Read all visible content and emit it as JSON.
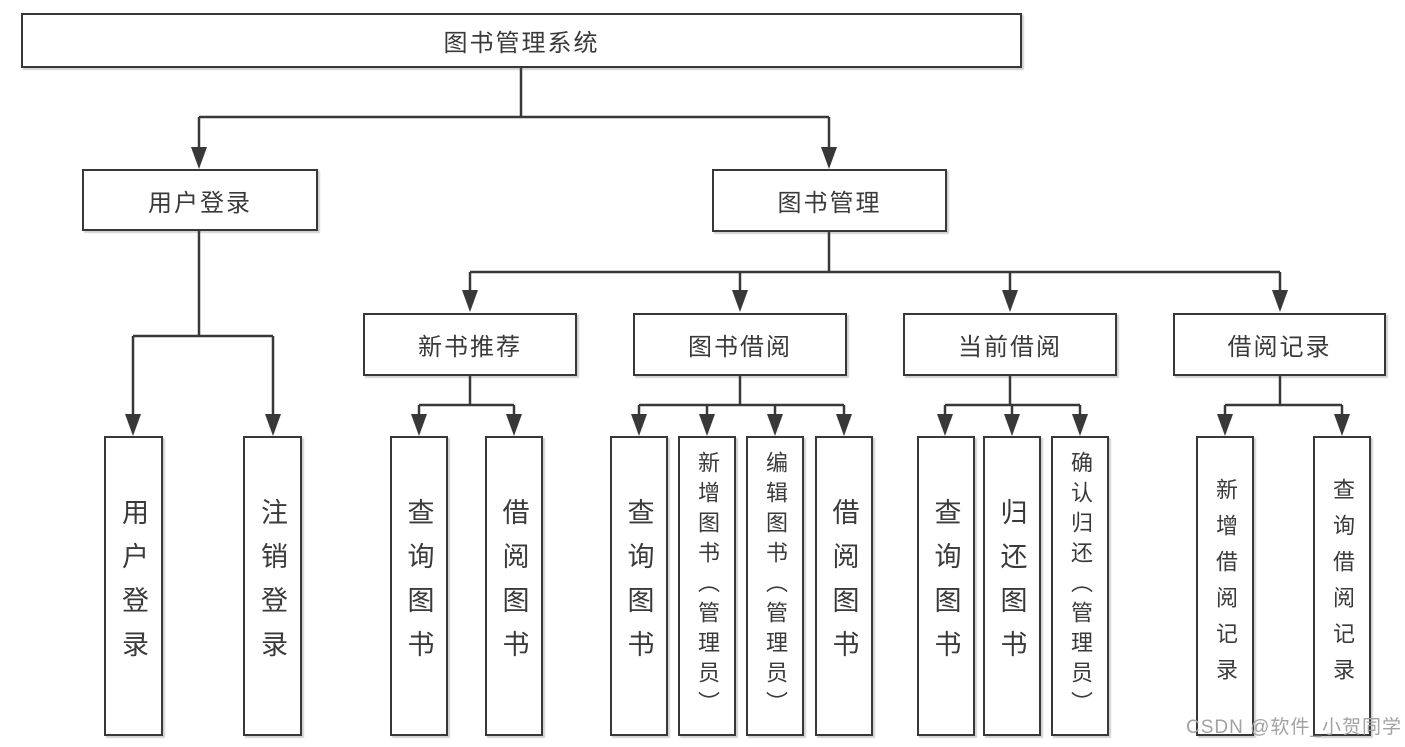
{
  "diagram_type": "hierarchy-tree",
  "colors": {
    "background": "#ffffff",
    "line": "#383838",
    "text": "#3a3a3a",
    "watermark": "#a2a2a2"
  },
  "tree": {
    "root": {
      "label": "图书管理系统",
      "children": [
        {
          "label": "用户登录",
          "children": [
            {
              "label": "用户登录"
            },
            {
              "label": "注销登录"
            }
          ]
        },
        {
          "label": "图书管理",
          "children": [
            {
              "label": "新书推荐",
              "children": [
                {
                  "label": "查询图书"
                },
                {
                  "label": "借阅图书"
                }
              ]
            },
            {
              "label": "图书借阅",
              "children": [
                {
                  "label": "查询图书"
                },
                {
                  "label": "新增图书（管理员）"
                },
                {
                  "label": "编辑图书（管理员）"
                },
                {
                  "label": "借阅图书"
                }
              ]
            },
            {
              "label": "当前借阅",
              "children": [
                {
                  "label": "查询图书"
                },
                {
                  "label": "归还图书"
                },
                {
                  "label": "确认归还（管理员）"
                }
              ]
            },
            {
              "label": "借阅记录",
              "children": [
                {
                  "label": "新增借阅记录"
                },
                {
                  "label": "查询借阅记录"
                }
              ]
            }
          ]
        }
      ]
    }
  },
  "watermark": {
    "text": "CSDN @软件_小贺同学"
  }
}
